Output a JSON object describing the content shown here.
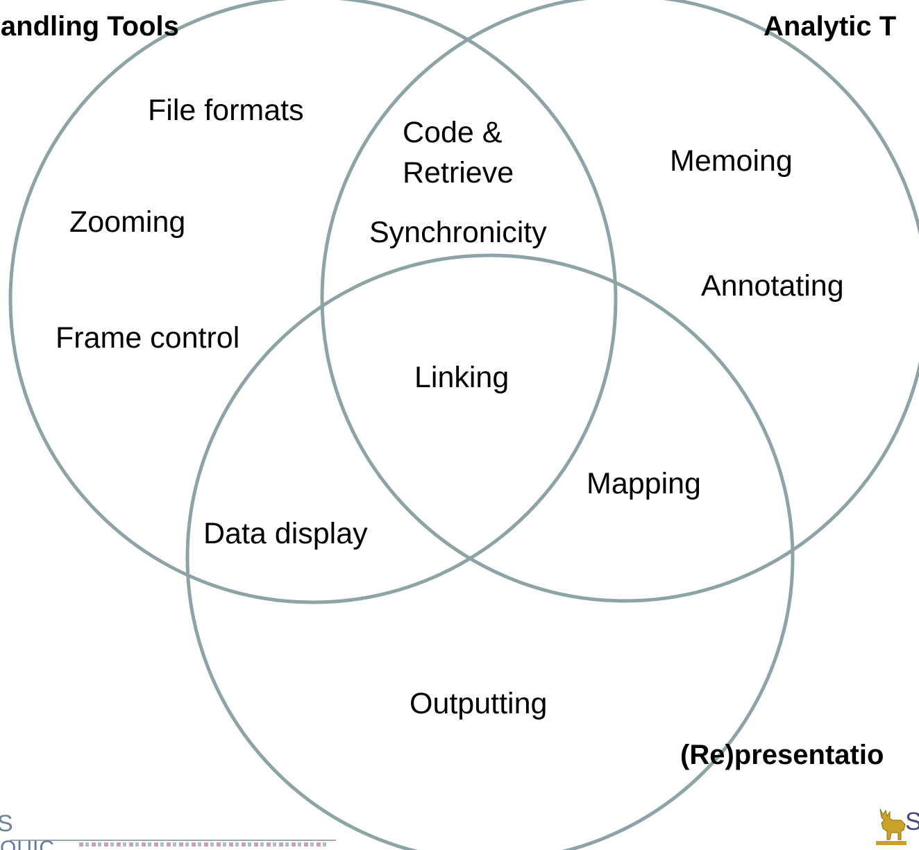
{
  "headers": {
    "top_left": "Handling Tools",
    "top_right": "Analytic T",
    "bottom_right": "(Re)presentatio"
  },
  "labels": {
    "file_formats": "File formats",
    "zooming": "Zooming",
    "frame_control": "Frame control",
    "code_retrieve_line1": "Code &",
    "code_retrieve_line2": "Retrieve",
    "synchronicity": "Synchronicity",
    "memoing": "Memoing",
    "annotating": "Annotating",
    "linking": "Linking",
    "mapping": "Mapping",
    "data_display": "Data display",
    "outputting": "Outputting"
  },
  "colors": {
    "circle_stroke": "#8da3a6",
    "text": "#000000",
    "background": "#ffffff"
  },
  "logos": {
    "left_fragment": "S",
    "left_subtext": "OUIC",
    "right_icon": "stag-icon",
    "right_letters": "S"
  }
}
